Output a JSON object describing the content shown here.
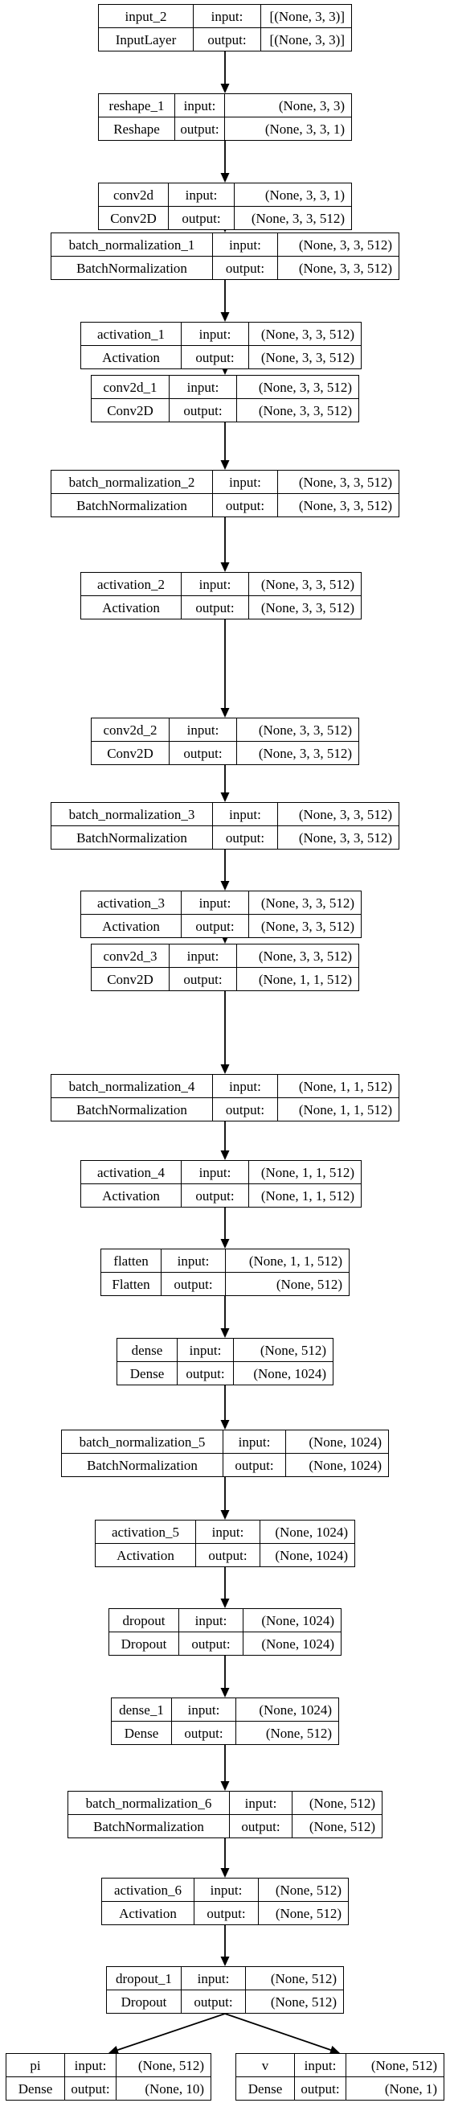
{
  "nodes": [
    {
      "name": "input_2",
      "type": "InputLayer",
      "input": "[(None, 3, 3)]",
      "output": "[(None, 3, 3)]"
    },
    {
      "name": "reshape_1",
      "type": "Reshape",
      "input": "(None, 3, 3)",
      "output": "(None, 3, 3, 1)"
    },
    {
      "name": "conv2d",
      "type": "Conv2D",
      "input": "(None, 3, 3, 1)",
      "output": "(None, 3, 3, 512)"
    },
    {
      "name": "batch_normalization_1",
      "type": "BatchNormalization",
      "input": "(None, 3, 3, 512)",
      "output": "(None, 3, 3, 512)"
    },
    {
      "name": "activation_1",
      "type": "Activation",
      "input": "(None, 3, 3, 512)",
      "output": "(None, 3, 3, 512)"
    },
    {
      "name": "conv2d_1",
      "type": "Conv2D",
      "input": "(None, 3, 3, 512)",
      "output": "(None, 3, 3, 512)"
    },
    {
      "name": "batch_normalization_2",
      "type": "BatchNormalization",
      "input": "(None, 3, 3, 512)",
      "output": "(None, 3, 3, 512)"
    },
    {
      "name": "activation_2",
      "type": "Activation",
      "input": "(None, 3, 3, 512)",
      "output": "(None, 3, 3, 512)"
    },
    {
      "name": "conv2d_2",
      "type": "Conv2D",
      "input": "(None, 3, 3, 512)",
      "output": "(None, 3, 3, 512)"
    },
    {
      "name": "batch_normalization_3",
      "type": "BatchNormalization",
      "input": "(None, 3, 3, 512)",
      "output": "(None, 3, 3, 512)"
    },
    {
      "name": "activation_3",
      "type": "Activation",
      "input": "(None, 3, 3, 512)",
      "output": "(None, 3, 3, 512)"
    },
    {
      "name": "conv2d_3",
      "type": "Conv2D",
      "input": "(None, 3, 3, 512)",
      "output": "(None, 1, 1, 512)"
    },
    {
      "name": "batch_normalization_4",
      "type": "BatchNormalization",
      "input": "(None, 1, 1, 512)",
      "output": "(None, 1, 1, 512)"
    },
    {
      "name": "activation_4",
      "type": "Activation",
      "input": "(None, 1, 1, 512)",
      "output": "(None, 1, 1, 512)"
    },
    {
      "name": "flatten",
      "type": "Flatten",
      "input": "(None, 1, 1, 512)",
      "output": "(None, 512)"
    },
    {
      "name": "dense",
      "type": "Dense",
      "input": "(None, 512)",
      "output": "(None, 1024)"
    },
    {
      "name": "batch_normalization_5",
      "type": "BatchNormalization",
      "input": "(None, 1024)",
      "output": "(None, 1024)"
    },
    {
      "name": "activation_5",
      "type": "Activation",
      "input": "(None, 1024)",
      "output": "(None, 1024)"
    },
    {
      "name": "dropout",
      "type": "Dropout",
      "input": "(None, 1024)",
      "output": "(None, 1024)"
    },
    {
      "name": "dense_1",
      "type": "Dense",
      "input": "(None, 1024)",
      "output": "(None, 512)"
    },
    {
      "name": "batch_normalization_6",
      "type": "BatchNormalization",
      "input": "(None, 512)",
      "output": "(None, 512)"
    },
    {
      "name": "activation_6",
      "type": "Activation",
      "input": "(None, 512)",
      "output": "(None, 512)"
    },
    {
      "name": "dropout_1",
      "type": "Dropout",
      "input": "(None, 512)",
      "output": "(None, 512)"
    },
    {
      "name": "pi",
      "type": "Dense",
      "input": "(None, 512)",
      "output": "(None, 10)"
    },
    {
      "name": "v",
      "type": "Dense",
      "input": "(None, 512)",
      "output": "(None, 1)"
    }
  ],
  "labels": {
    "input": "input:",
    "output": "output:"
  },
  "edges": [
    [
      "input_2",
      "reshape_1"
    ],
    [
      "reshape_1",
      "conv2d"
    ],
    [
      "conv2d",
      "batch_normalization_1"
    ],
    [
      "batch_normalization_1",
      "activation_1"
    ],
    [
      "activation_1",
      "conv2d_1"
    ],
    [
      "conv2d_1",
      "batch_normalization_2"
    ],
    [
      "batch_normalization_2",
      "activation_2"
    ],
    [
      "activation_2",
      "conv2d_2"
    ],
    [
      "conv2d_2",
      "batch_normalization_3"
    ],
    [
      "batch_normalization_3",
      "activation_3"
    ],
    [
      "activation_3",
      "conv2d_3"
    ],
    [
      "conv2d_3",
      "batch_normalization_4"
    ],
    [
      "batch_normalization_4",
      "activation_4"
    ],
    [
      "activation_4",
      "flatten"
    ],
    [
      "flatten",
      "dense"
    ],
    [
      "dense",
      "batch_normalization_5"
    ],
    [
      "batch_normalization_5",
      "activation_5"
    ],
    [
      "activation_5",
      "dropout"
    ],
    [
      "dropout",
      "dense_1"
    ],
    [
      "dense_1",
      "batch_normalization_6"
    ],
    [
      "batch_normalization_6",
      "activation_6"
    ],
    [
      "activation_6",
      "dropout_1"
    ],
    [
      "dropout_1",
      "pi"
    ],
    [
      "dropout_1",
      "v"
    ]
  ],
  "colors": {
    "stroke": "#000000",
    "background": "#ffffff"
  }
}
